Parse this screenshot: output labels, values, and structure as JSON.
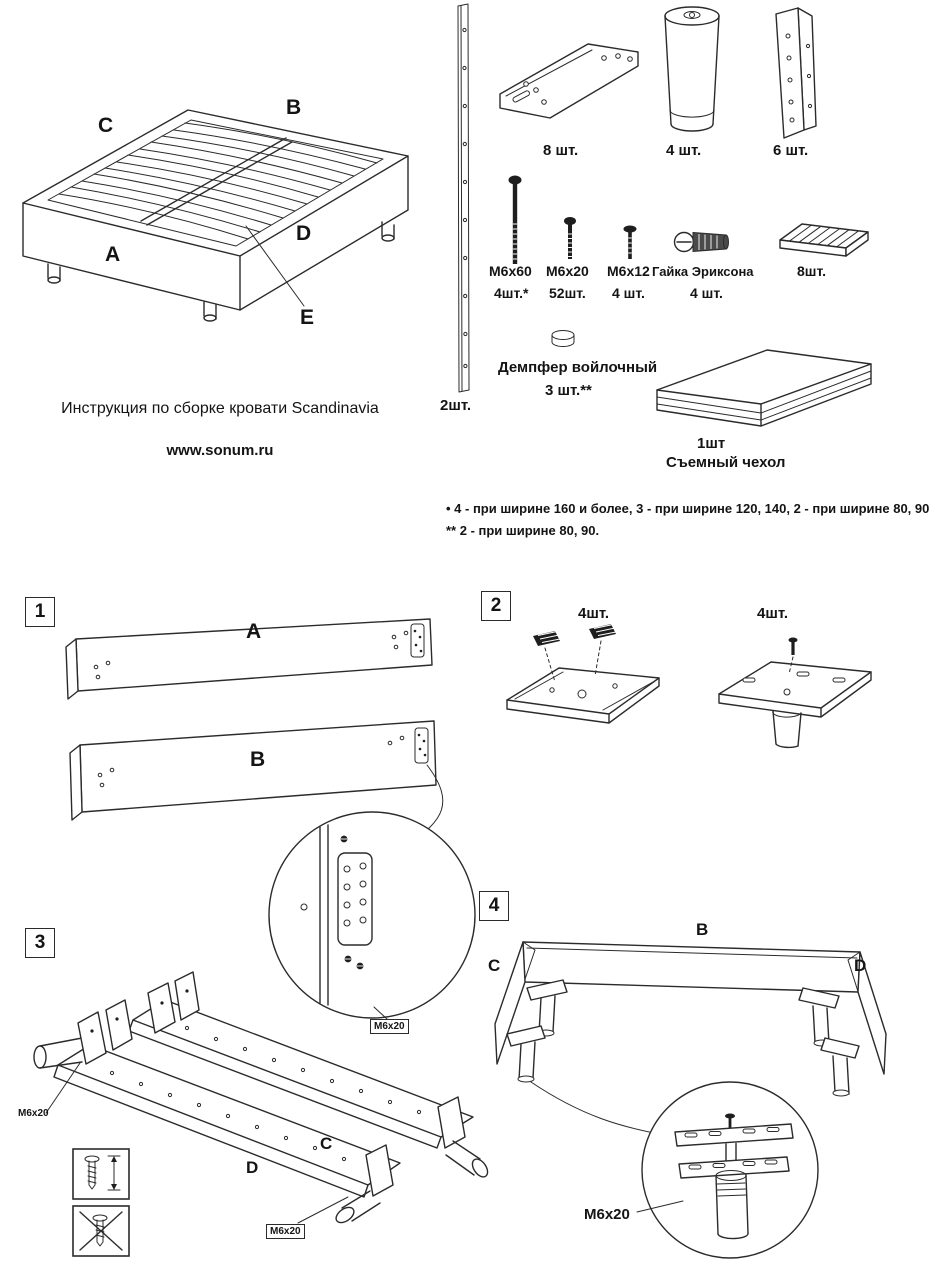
{
  "doc": {
    "title": "Инструкция по сборке кровати Scandinavia",
    "website": "www.sonum.ru"
  },
  "overview": {
    "label_a": "A",
    "label_b": "B",
    "label_c": "C",
    "label_d": "D",
    "label_e": "E"
  },
  "parts": {
    "rail_qty": "2шт.",
    "corner_bracket_qty": "8 шт.",
    "leg_qty": "4 шт.",
    "angle_bracket_qty": "6 шт.",
    "bolt1_name": "М6х60",
    "bolt1_qty": "4шт.*",
    "bolt2_name": "М6х20",
    "bolt2_qty": "52шт.",
    "bolt3_name": "М6х12",
    "bolt3_qty": "4 шт.",
    "nut_name": "Гайка Эриксона",
    "nut_qty": "4 шт.",
    "clip_qty": "8шт.",
    "damper_name": "Демпфер войлочный",
    "damper_qty": "3 шт.**",
    "cover_qty": "1шт",
    "cover_name": "Съемный чехол"
  },
  "footnotes": {
    "line1": "•  4 - при ширине 160 и более, 3 - при ширине 120, 140, 2 - при ширине 80, 90",
    "line2": "** 2 - при ширине 80, 90."
  },
  "steps": {
    "s1": {
      "num": "1",
      "label_a": "A",
      "label_b": "B",
      "callout": "М6х20"
    },
    "s2": {
      "num": "2",
      "qty_left": "4шт.",
      "qty_right": "4шт."
    },
    "s3": {
      "num": "3",
      "label_c": "C",
      "label_d": "D",
      "callout_left": "М6х20",
      "callout_bottom": "М6х20"
    },
    "s4": {
      "num": "4",
      "label_b": "B",
      "label_c": "C",
      "label_d": "D",
      "callout": "М6x20"
    }
  }
}
